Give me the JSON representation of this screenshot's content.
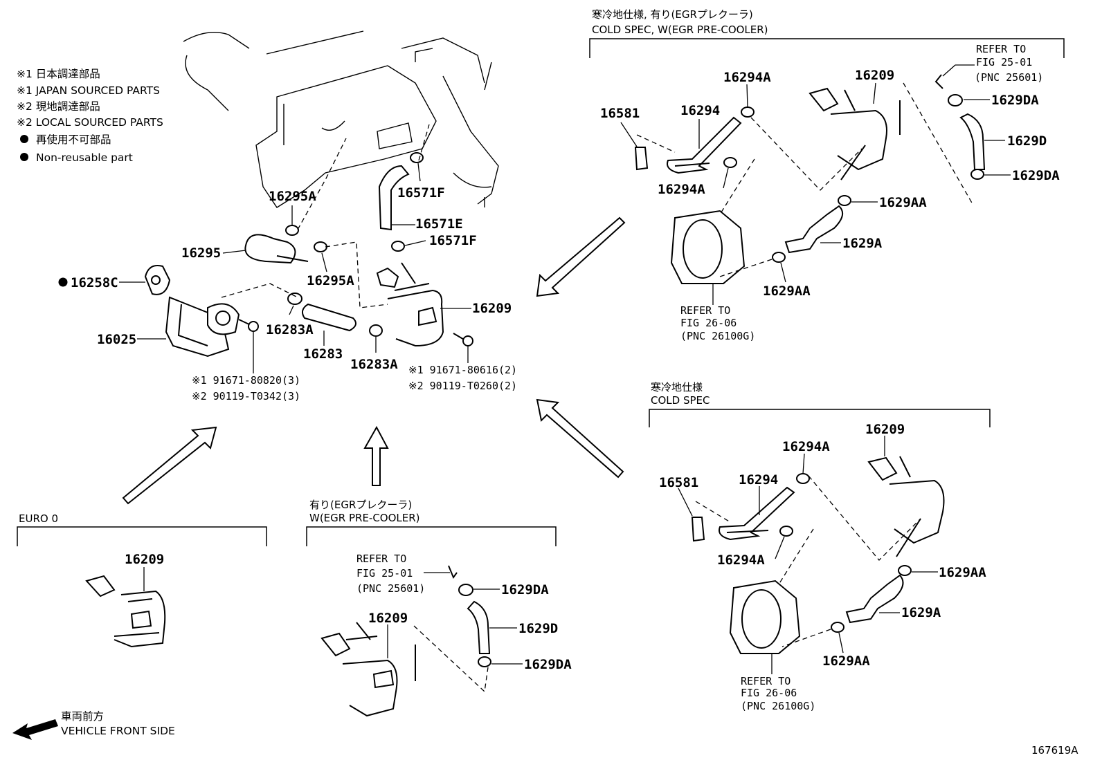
{
  "legend": {
    "line1": "※1 日本調達部品",
    "line2": "※1 JAPAN SOURCED PARTS",
    "line3": "※2 現地調達部品",
    "line4": "※2 LOCAL SOURCED PARTS",
    "line5": "再使用不可部品",
    "line6": "Non-reusable part"
  },
  "main": {
    "p16295A_1": "16295A",
    "p16295": "16295",
    "p16295A_2": "16295A",
    "p16258C": "16258C",
    "p16025": "16025",
    "p16283A_1": "16283A",
    "p16283": "16283",
    "p16283A_2": "16283A",
    "p16571F_1": "16571F",
    "p16571E": "16571E",
    "p16571F_2": "16571F",
    "p16209": "16209",
    "bolt1_a": "※1 91671-80820(3)",
    "bolt1_b": "※2 90119-T0342(3)",
    "bolt2_a": "※1 91671-80616(2)",
    "bolt2_b": "※2 90119-T0260(2)"
  },
  "cold_egr": {
    "title_jp": "寒冷地仕様, 有り(EGRプレクーラ)",
    "title_en": "COLD SPEC, W(EGR PRE-COOLER)",
    "p16294A_1": "16294A",
    "p16581": "16581",
    "p16294": "16294",
    "p16294A_2": "16294A",
    "p16209": "16209",
    "ref_a1": "REFER TO",
    "ref_a2": "FIG 25-01",
    "ref_a3": "(PNC 25601)",
    "p1629DA_1": "1629DA",
    "p1629D": "1629D",
    "p1629DA_2": "1629DA",
    "p1629AA_1": "1629AA",
    "p1629A": "1629A",
    "p1629AA_2": "1629AA",
    "ref_b1": "REFER TO",
    "ref_b2": "FIG 26-06",
    "ref_b3": "(PNC 26100G)"
  },
  "cold": {
    "title_jp": "寒冷地仕様",
    "title_en": "COLD SPEC",
    "p16209": "16209",
    "p16294A_1": "16294A",
    "p16581": "16581",
    "p16294": "16294",
    "p16294A_2": "16294A",
    "p1629AA_1": "1629AA",
    "p1629A": "1629A",
    "p1629AA_2": "1629AA",
    "ref1": "REFER TO",
    "ref2": "FIG 26-06",
    "ref3": "(PNC 26100G)"
  },
  "euro": {
    "title": "EURO 0",
    "p16209": "16209"
  },
  "egr": {
    "title_jp": "有り(EGRプレクーラ)",
    "title_en": "W(EGR PRE-COOLER)",
    "ref1": "REFER TO",
    "ref2": "FIG 25-01",
    "ref3": "(PNC 25601)",
    "p16209": "16209",
    "p1629DA_1": "1629DA",
    "p1629D": "1629D",
    "p1629DA_2": "1629DA"
  },
  "footer": {
    "front_jp": "車両前方",
    "front_en": "VEHICLE FRONT SIDE",
    "fig_id": "167619A"
  }
}
